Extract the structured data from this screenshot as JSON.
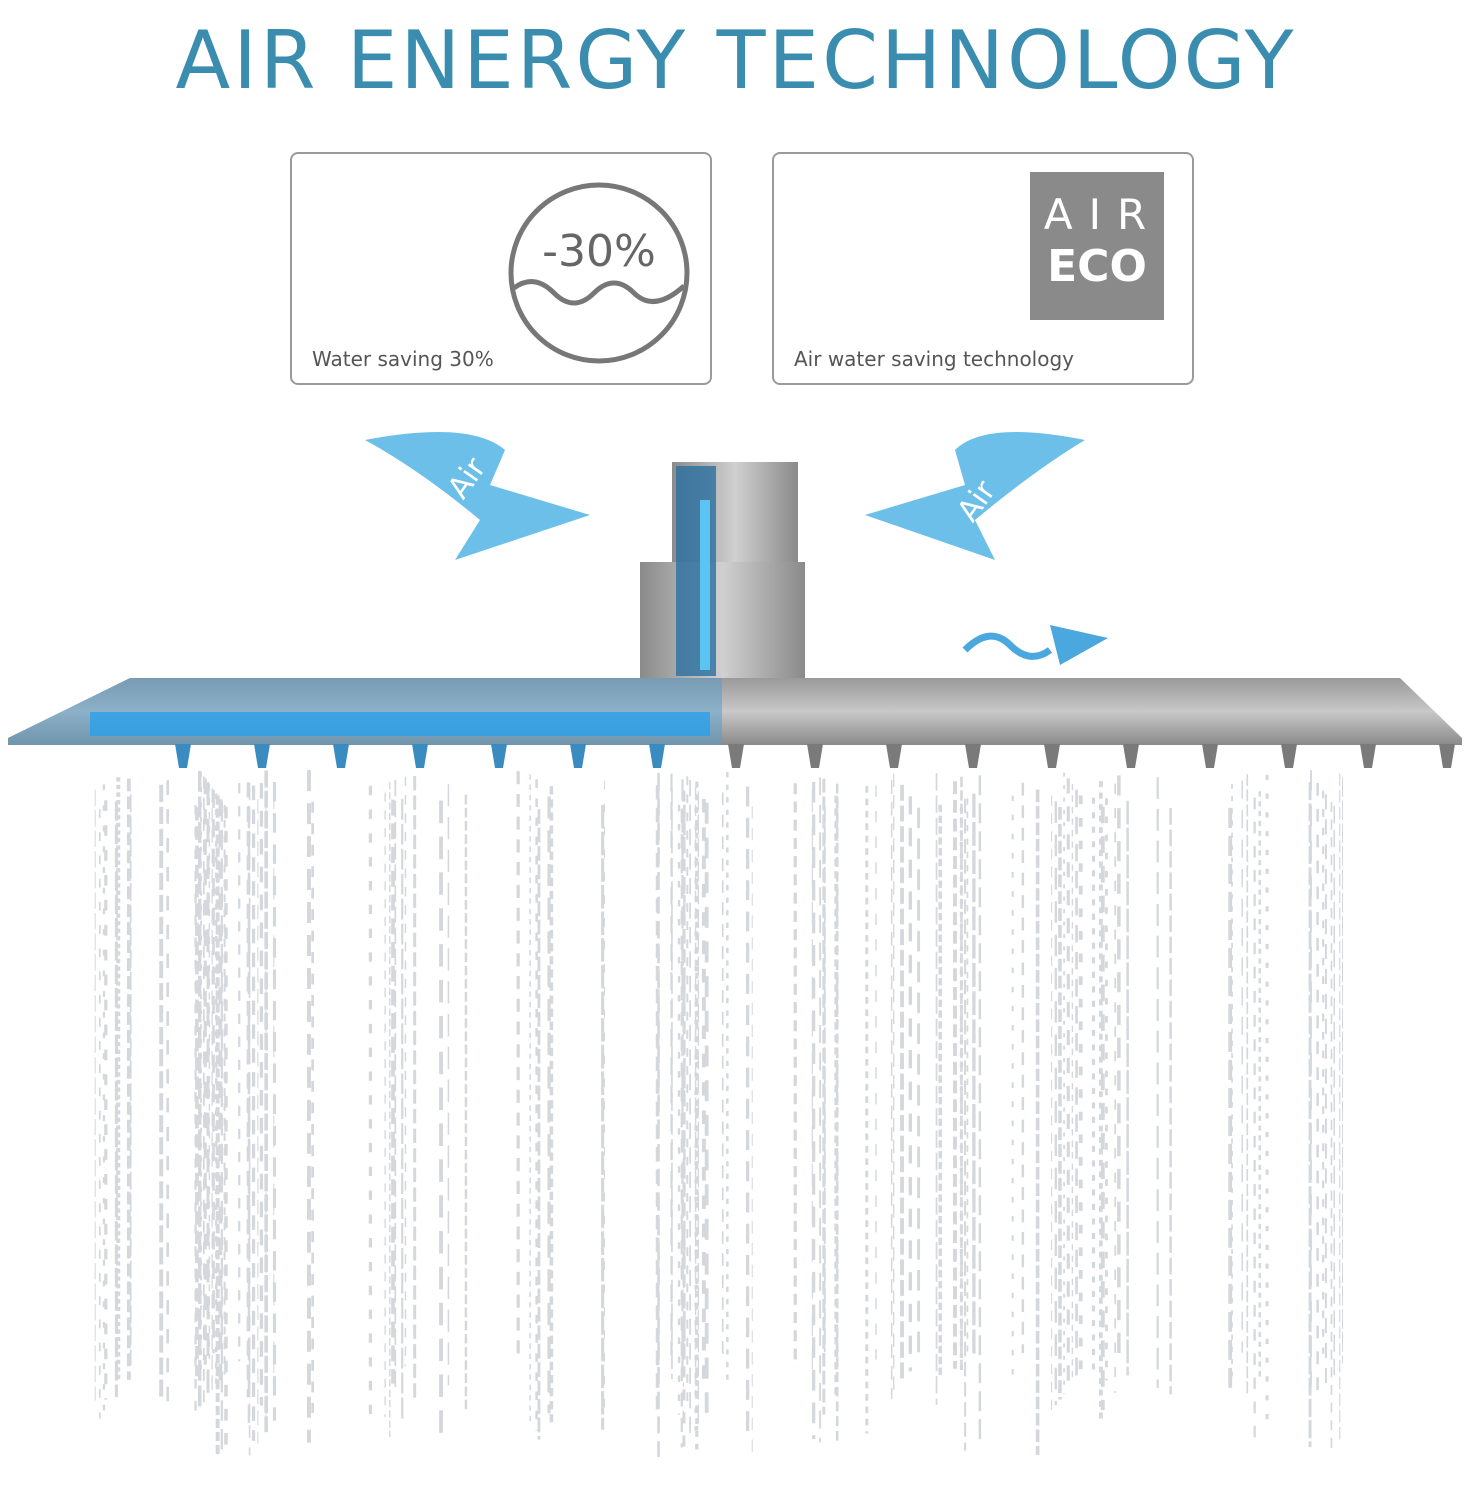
{
  "title": "AIR ENERGY TECHNOLOGY",
  "cards": [
    {
      "icon": "water-saving-circle-icon",
      "icon_text": "-30%",
      "label": "Water saving 30%"
    },
    {
      "icon": "air-eco-badge",
      "badge_line1": "AIR",
      "badge_line2": "ECO",
      "label": "Air water saving technology"
    }
  ],
  "arrows": {
    "left_label": "Air",
    "right_label": "Air"
  },
  "colors": {
    "accent": "#3b8db0",
    "arrow": "#6bbfe8",
    "metal": "#8c8c8c",
    "water": "#2a9fe0"
  }
}
